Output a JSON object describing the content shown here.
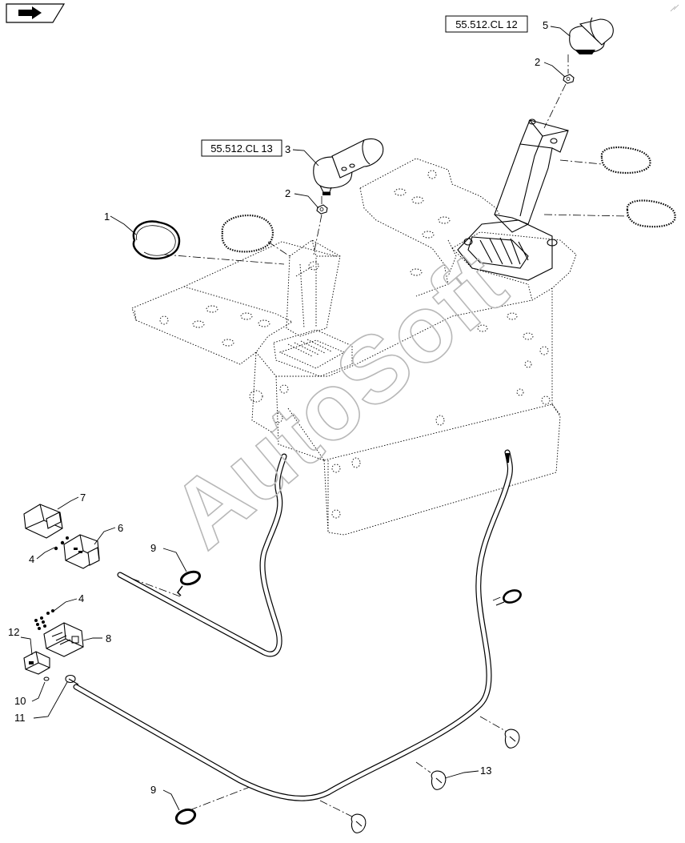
{
  "watermark": "AutoSoft",
  "nav_arrow_icon": "arrow-right-icon",
  "refs": {
    "r1": "55.512.CL 12",
    "r2": "55.512.CL 13"
  },
  "callouts": {
    "c1": "1",
    "c2a": "2",
    "c2b": "2",
    "c3": "3",
    "c4a": "4",
    "c4b": "4",
    "c5": "5",
    "c6": "6",
    "c7": "7",
    "c8": "8",
    "c9a": "9",
    "c9b": "9",
    "c10": "10",
    "c11": "11",
    "c12": "12",
    "c13": "13"
  }
}
